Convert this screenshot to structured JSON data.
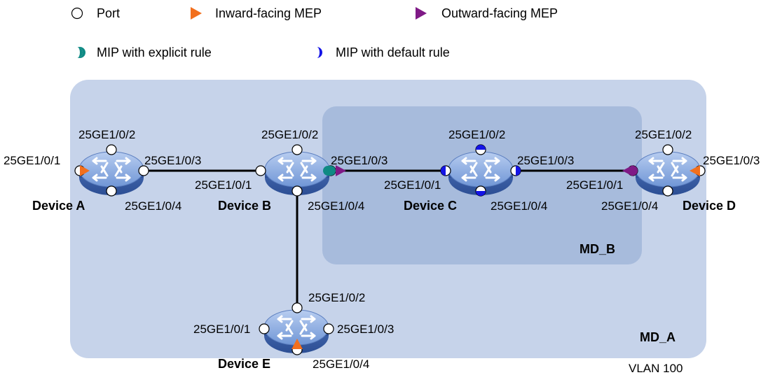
{
  "legend": {
    "port": "Port",
    "inward_mep": "Inward-facing  MEP",
    "outward_mep": "Outward-facing  MEP",
    "mip_explicit": "MIP with explicit rule",
    "mip_default": "MIP with default rule"
  },
  "domains": {
    "md_a": "MD_A",
    "md_b": "MD_B",
    "vlan": "VLAN 100"
  },
  "devices": {
    "a": {
      "name": "Device A",
      "ports": {
        "p1": "25GE1/0/1",
        "p2": "25GE1/0/2",
        "p3": "25GE1/0/3",
        "p4": "25GE1/0/4"
      }
    },
    "b": {
      "name": "Device B",
      "ports": {
        "p1": "25GE1/0/1",
        "p2": "25GE1/0/2",
        "p3": "25GE1/0/3",
        "p4": "25GE1/0/4"
      }
    },
    "c": {
      "name": "Device C",
      "ports": {
        "p1": "25GE1/0/1",
        "p2": "25GE1/0/2",
        "p3": "25GE1/0/3",
        "p4": "25GE1/0/4"
      }
    },
    "d": {
      "name": "Device D",
      "ports": {
        "p1": "25GE1/0/1",
        "p2": "25GE1/0/2",
        "p3": "25GE1/0/3",
        "p4": "25GE1/0/4"
      }
    },
    "e": {
      "name": "Device E",
      "ports": {
        "p1": "25GE1/0/1",
        "p2": "25GE1/0/2",
        "p3": "25GE1/0/3",
        "p4": "25GE1/0/4"
      }
    }
  },
  "colors": {
    "md_a_fill": "#c6d3ea",
    "md_b_fill": "#a7bbdc",
    "inward_mep": "#f26f1d",
    "outward_mep": "#7f1a86",
    "mip_explicit": "#0f8a84",
    "mip_default": "#1414e6",
    "link": "#000000"
  }
}
